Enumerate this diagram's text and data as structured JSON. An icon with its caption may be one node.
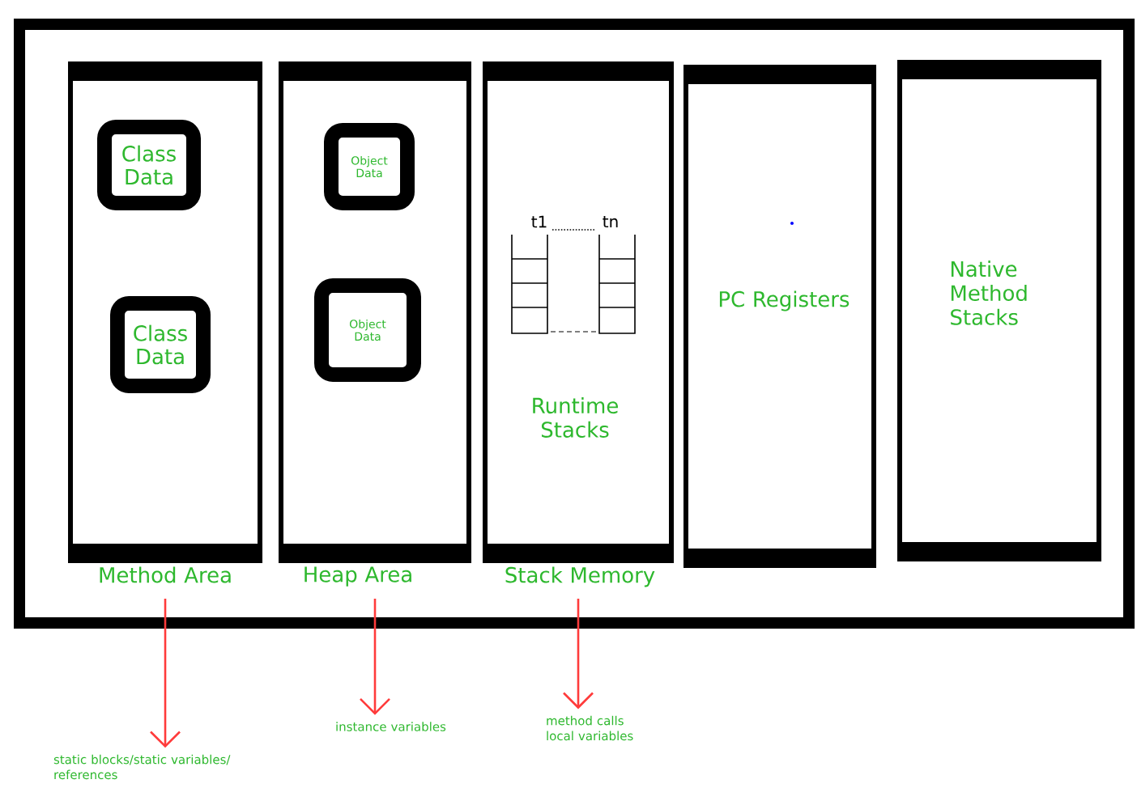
{
  "diagram": {
    "nodes": [
      {
        "text": [],
        "shape": "box"
      },
      {
        "text": [
          "Method Area"
        ],
        "in": 0
      },
      {
        "text": [
          "Class Data"
        ],
        "in": 1
      },
      {
        "text": [
          "Class Data"
        ],
        "in": 1
      },
      {
        "text": [
          "Heap Area"
        ],
        "in": 0
      },
      {
        "text": [
          "Object Data"
        ],
        "in": 4
      },
      {
        "text": [
          "Object Data"
        ],
        "in": 4
      },
      {
        "text": [
          "Runtime Stacks",
          "Stack Memory"
        ],
        "in": 0
      },
      {
        "text": [
          "PC Registers"
        ],
        "in": 0
      },
      {
        "text": [
          "Native Method Stacks"
        ],
        "in": 0
      },
      {
        "text": [
          "static blocks/static variables/ references"
        ]
      },
      {
        "text": [
          "instance variables"
        ]
      },
      {
        "text": [
          "method calls local variables"
        ]
      }
    ],
    "edges": [
      {
        "from": 1,
        "to": 10,
        "arrow": "to"
      },
      {
        "from": 4,
        "to": 11,
        "arrow": "to"
      },
      {
        "from": 7,
        "to": 12,
        "arrow": "to"
      }
    ],
    "labels": [
      "t1",
      "tn"
    ]
  }
}
